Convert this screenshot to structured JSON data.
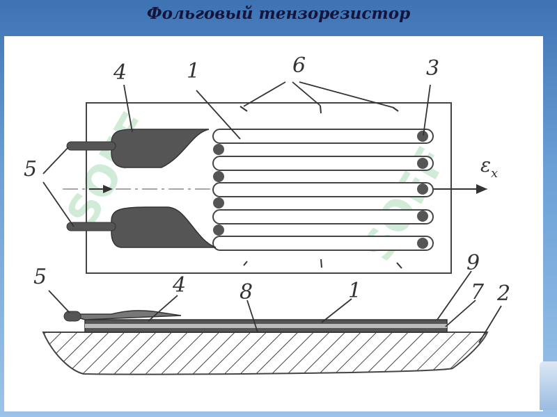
{
  "slide": {
    "title": "Фольговый тензорезистор"
  },
  "diagram": {
    "labels": {
      "grid": "1",
      "substrate": "2",
      "loop_end": "3",
      "pad": "4",
      "lead": "5",
      "marks": "6",
      "layer_7": "7",
      "layer_8": "8",
      "layer_9": "9"
    },
    "strain_symbol": "ε",
    "strain_subscript": "x"
  },
  "watermark": {
    "text": "SOFF",
    "color": "#2fa84f"
  },
  "colors": {
    "ink": "#333333",
    "foil": "#555555",
    "frame": "#444444"
  }
}
